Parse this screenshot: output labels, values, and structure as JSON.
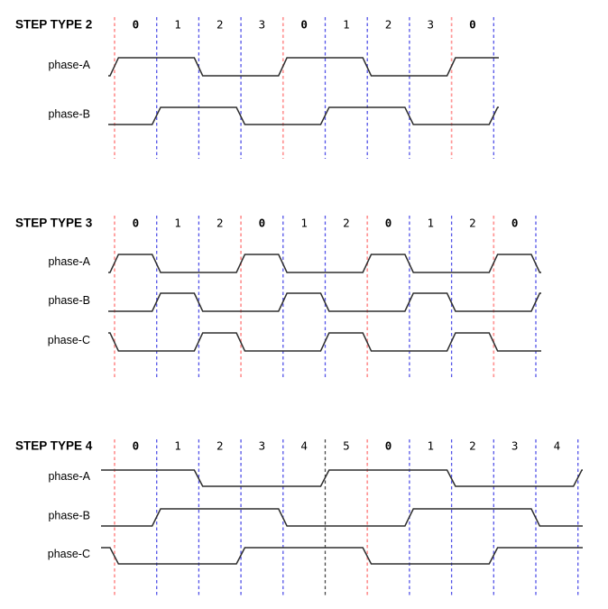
{
  "diagram": {
    "background": "#ffffff",
    "colors": {
      "waveform": "#2e2e2e",
      "text": "#000000",
      "grid": {
        "red": "#ff9595",
        "blue": "#5353e8",
        "black": "#474747"
      }
    },
    "sections": [
      {
        "title": "STEP TYPE 2",
        "step_labels": [
          {
            "text": "0",
            "bold": true
          },
          {
            "text": "1",
            "bold": false
          },
          {
            "text": "2",
            "bold": false
          },
          {
            "text": "3",
            "bold": false
          },
          {
            "text": "0",
            "bold": true
          },
          {
            "text": "1",
            "bold": false
          },
          {
            "text": "2",
            "bold": false
          },
          {
            "text": "3",
            "bold": false
          },
          {
            "text": "0",
            "bold": true
          }
        ],
        "grid_colors": [
          "red",
          "blue",
          "blue",
          "blue",
          "red",
          "blue",
          "blue",
          "blue",
          "red",
          "blue"
        ],
        "phases": [
          {
            "label": "phase-A",
            "pre": 0,
            "states": [
              1,
              1,
              0,
              0,
              1,
              1,
              0,
              0,
              1
            ],
            "post": 1
          },
          {
            "label": "phase-B",
            "pre": 0,
            "states": [
              0,
              1,
              1,
              0,
              0,
              1,
              1,
              0,
              0
            ],
            "post": 1
          }
        ]
      },
      {
        "title": "STEP TYPE 3",
        "step_labels": [
          {
            "text": "0",
            "bold": true
          },
          {
            "text": "1",
            "bold": false
          },
          {
            "text": "2",
            "bold": false
          },
          {
            "text": "0",
            "bold": true
          },
          {
            "text": "1",
            "bold": false
          },
          {
            "text": "2",
            "bold": false
          },
          {
            "text": "0",
            "bold": true
          },
          {
            "text": "1",
            "bold": false
          },
          {
            "text": "2",
            "bold": false
          },
          {
            "text": "0",
            "bold": true
          }
        ],
        "grid_colors": [
          "red",
          "blue",
          "blue",
          "red",
          "blue",
          "blue",
          "red",
          "blue",
          "blue",
          "red",
          "blue"
        ],
        "phases": [
          {
            "label": "phase-A",
            "pre": 0,
            "states": [
              1,
              0,
              0,
              1,
              0,
              0,
              1,
              0,
              0,
              1
            ],
            "post": 0
          },
          {
            "label": "phase-B",
            "pre": 0,
            "states": [
              0,
              1,
              0,
              0,
              1,
              0,
              0,
              1,
              0,
              0
            ],
            "post": 1
          },
          {
            "label": "phase-C",
            "pre": 1,
            "states": [
              0,
              0,
              1,
              0,
              0,
              1,
              0,
              0,
              1,
              0
            ],
            "post": 0
          }
        ]
      },
      {
        "title": "STEP TYPE 4",
        "step_labels": [
          {
            "text": "0",
            "bold": true
          },
          {
            "text": "1",
            "bold": false
          },
          {
            "text": "2",
            "bold": false
          },
          {
            "text": "3",
            "bold": false
          },
          {
            "text": "4",
            "bold": false
          },
          {
            "text": "5",
            "bold": false
          },
          {
            "text": "0",
            "bold": true
          },
          {
            "text": "1",
            "bold": false
          },
          {
            "text": "2",
            "bold": false
          },
          {
            "text": "3",
            "bold": false
          },
          {
            "text": "4",
            "bold": false
          }
        ],
        "grid_colors": [
          "red",
          "blue",
          "blue",
          "blue",
          "blue",
          "black",
          "red",
          "blue",
          "blue",
          "blue",
          "blue",
          "blue"
        ],
        "phases": [
          {
            "label": "phase-A",
            "pre": 1,
            "states": [
              1,
              1,
              0,
              0,
              0,
              1,
              1,
              1,
              0,
              0,
              0
            ],
            "post": 1
          },
          {
            "label": "phase-B",
            "pre": 0,
            "states": [
              0,
              1,
              1,
              1,
              0,
              0,
              0,
              1,
              1,
              1,
              0
            ],
            "post": 0
          },
          {
            "label": "phase-C",
            "pre": 1,
            "states": [
              0,
              0,
              0,
              1,
              1,
              1,
              0,
              0,
              0,
              1,
              1
            ],
            "post": 1
          }
        ]
      }
    ]
  }
}
